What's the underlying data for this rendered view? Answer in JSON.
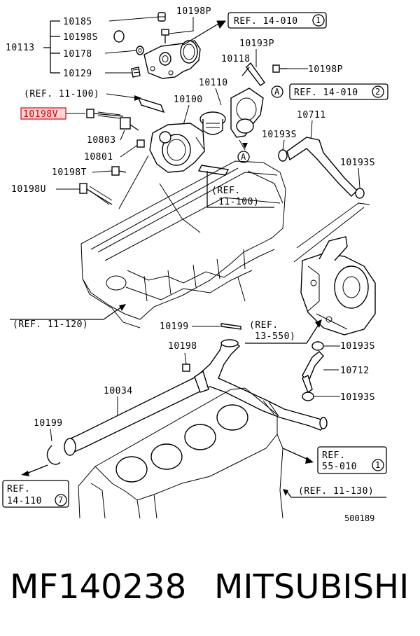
{
  "diagram": {
    "labels": {
      "l10113": "10113",
      "l10185": "10185",
      "l10198S": "10198S",
      "l10178": "10178",
      "l10129": "10129",
      "l10198P_top": "10198P",
      "l10198P_right": "10198P",
      "l10193P": "10193P",
      "l10118": "10118",
      "l10110": "10110",
      "l10100": "10100",
      "l10198V": "10198V",
      "l10803": "10803",
      "l10801": "10801",
      "l10198T": "10198T",
      "l10198U": "10198U",
      "l10711": "10711",
      "l10193S_a": "10193S",
      "l10193S_b": "10193S",
      "l10193S_c": "10193S",
      "l10193S_d": "10193S",
      "l10712": "10712",
      "l10199_mid": "10199",
      "l10198_low": "10198",
      "l10034": "10034",
      "l10199_left": "10199",
      "diagram_no": "500189"
    },
    "refs": {
      "ref_14_010_1": "REF. 14-010",
      "ref_14_010_1_num": "1",
      "ref_14_010_2": "REF. 14-010",
      "ref_14_010_2_num": "2",
      "ref_11_100_top": "(REF. 11-100)",
      "ref_11_100_mid_a": "(REF.",
      "ref_11_100_mid_b": "11-100)",
      "ref_11_120": "(REF. 11-120)",
      "ref_13_550_a": "(REF.",
      "ref_13_550_b": "13-550)",
      "ref_55_010_a": "REF.",
      "ref_55_010_b": "55-010",
      "ref_55_010_num": "1",
      "ref_14_110_a": "REF.",
      "ref_14_110_b": "14-110",
      "ref_14_110_num": "7",
      "ref_11_130": "(REF. 11-130)",
      "marker_a": "A"
    }
  },
  "caption": {
    "part_number": "MF140238",
    "brand": "MITSUBISHI"
  },
  "colors": {
    "highlight_border": "#e0000c",
    "highlight_fill": "#ffd4d4"
  }
}
